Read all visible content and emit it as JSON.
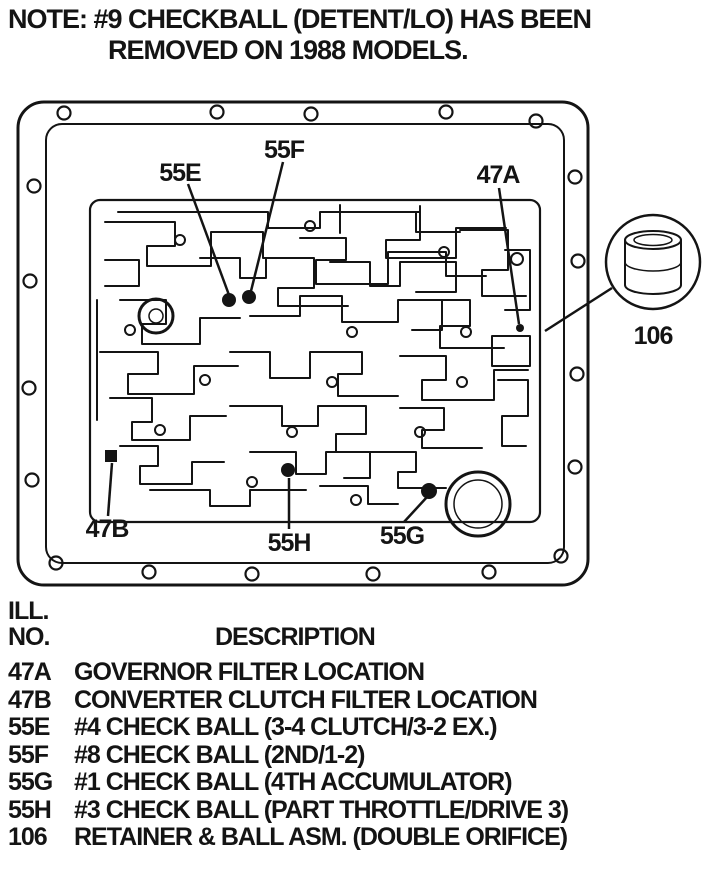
{
  "note": {
    "line1": "NOTE: #9 CHECKBALL (DETENT/LO) HAS BEEN",
    "line2": "REMOVED ON 1988 MODELS."
  },
  "diagram": {
    "callouts": {
      "c55e": "55E",
      "c55f": "55F",
      "c47a": "47A",
      "c47b": "47B",
      "c55h": "55H",
      "c55g": "55G",
      "c106": "106"
    }
  },
  "legend": {
    "col_ill": "ILL.",
    "col_no": "NO.",
    "col_description": "DESCRIPTION",
    "rows": [
      {
        "no": "47A",
        "description": "GOVERNOR FILTER LOCATION"
      },
      {
        "no": "47B",
        "description": "CONVERTER CLUTCH FILTER LOCATION"
      },
      {
        "no": "55E",
        "description": "#4 CHECK BALL (3-4 CLUTCH/3-2 EX.)"
      },
      {
        "no": "55F",
        "description": "#8 CHECK BALL (2ND/1-2)"
      },
      {
        "no": "55G",
        "description": "#1 CHECK BALL (4TH ACCUMULATOR)"
      },
      {
        "no": "55H",
        "description": "#3 CHECK BALL (PART THROTTLE/DRIVE 3)"
      },
      {
        "no": "106",
        "description": "RETAINER & BALL ASM. (DOUBLE ORIFICE)"
      }
    ]
  },
  "colors": {
    "ink": "#141414",
    "paper": "#ffffff"
  }
}
